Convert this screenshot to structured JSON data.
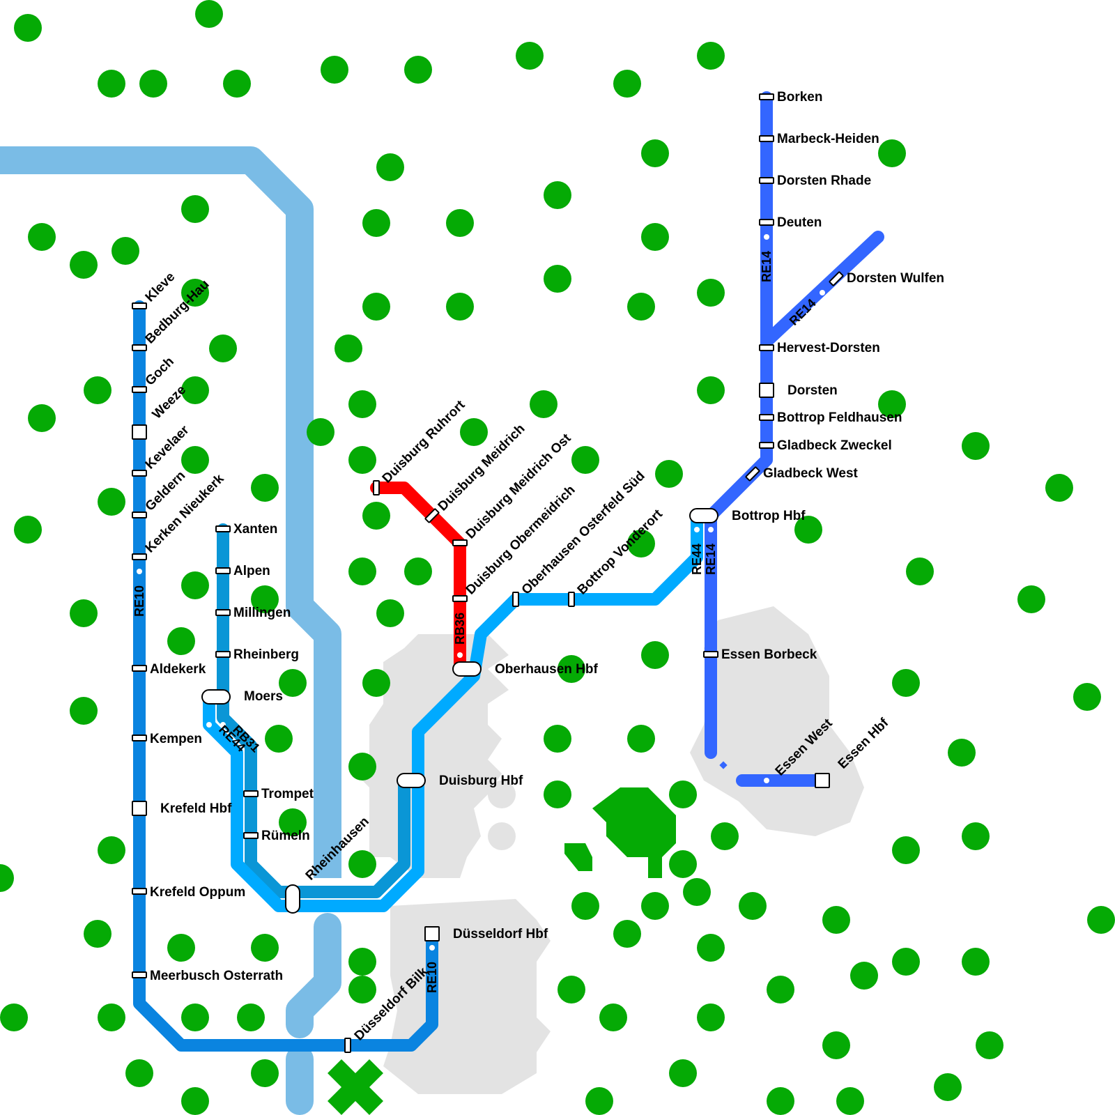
{
  "map": {
    "colors": {
      "park": "#05AA05",
      "city": "#E3E3E3",
      "river": "#7ABCE6",
      "RE10": "#0A84E0",
      "RB31": "#0A96D6",
      "RE44": "#00AAFF",
      "RB36": "#FF0000",
      "RE14": "#3366FF"
    },
    "lines": [
      {
        "id": "RE10",
        "label": "RE10"
      },
      {
        "id": "RB31",
        "label": "RB31"
      },
      {
        "id": "RE44",
        "label": "RE44"
      },
      {
        "id": "RB36",
        "label": "RB36"
      },
      {
        "id": "RE14",
        "label": "RE14"
      }
    ],
    "stations": {
      "kleve": "Kleve",
      "bedburg_hau": "Bedburg-Hau",
      "goch": "Goch",
      "weeze": "Weeze",
      "kevelaer": "Kevelaer",
      "geldern": "Geldern",
      "kerken_nieukerk": "Kerken Nieukerk",
      "aldekerk": "Aldekerk",
      "kempen": "Kempen",
      "krefeld_hbf": "Krefeld Hbf",
      "krefeld_oppum": "Krefeld Oppum",
      "meerbusch_osterrath": "Meerbusch Osterrath",
      "xanten": "Xanten",
      "alpen": "Alpen",
      "millingen": "Millingen",
      "rheinberg": "Rheinberg",
      "moers": "Moers",
      "trompet": "Trompet",
      "rumeln": "Rümeln",
      "rheinhausen": "Rheinhausen",
      "duisburg_hbf": "Duisburg Hbf",
      "duesseldorf_hbf": "Düsseldorf Hbf",
      "duesseldorf_bilk": "Düsseldorf Bilk",
      "duisburg_ruhrort": "Duisburg Ruhrort",
      "duisburg_meidrich": "Duisburg Meidrich",
      "duisburg_meidrich_ost": "Duisburg Meidrich Ost",
      "duisburg_obermeidrich": "Duisburg Obermeidrich",
      "oberhausen_osterfeld_sued": "Oberhausen Osterfeld Süd",
      "bottrop_vonderort": "Bottrop Vonderort",
      "oberhausen_hbf": "Oberhausen Hbf",
      "bottrop_hbf": "Bottrop Hbf",
      "essen_borbeck": "Essen Borbeck",
      "essen_west": "Essen West",
      "essen_hbf": "Essen Hbf",
      "borken": "Borken",
      "marbeck_heiden": "Marbeck-Heiden",
      "dorsten_rhade": "Dorsten Rhade",
      "deuten": "Deuten",
      "dorsten_wulfen": "Dorsten Wulfen",
      "hervest_dorsten": "Hervest-Dorsten",
      "dorsten": "Dorsten",
      "bottrop_feldhausen": "Bottrop Feldhausen",
      "gladbeck_zweckel": "Gladbeck Zweckel",
      "gladbeck_west": "Gladbeck West"
    }
  }
}
